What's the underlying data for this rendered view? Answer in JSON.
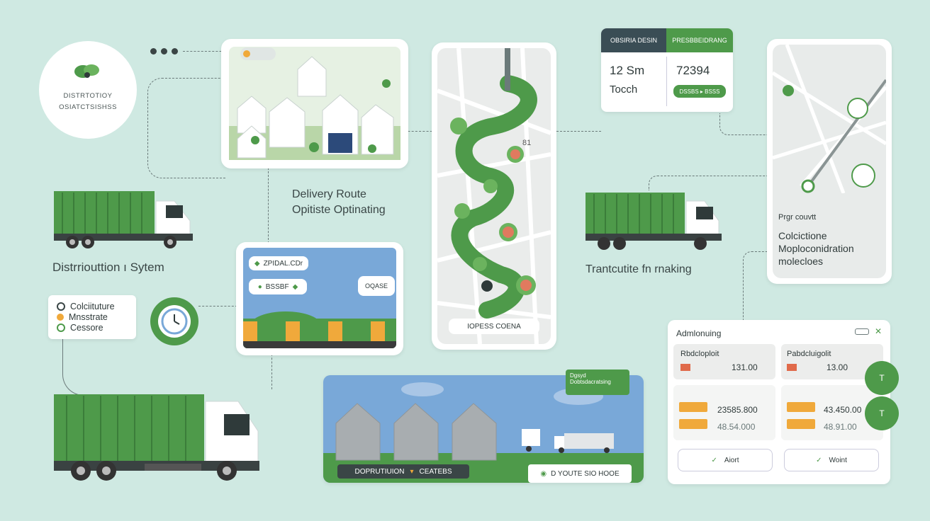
{
  "logo": {
    "line1": "DISTRTOTIOY",
    "line2": "OSIATCTSISHSS"
  },
  "left": {
    "distribution_label": "Distrriouttion ı Sytem",
    "legend": [
      "Colciituture",
      "Mnsstrate",
      "Cessore"
    ]
  },
  "route": {
    "title_line1": "Delivery Route",
    "title_line2": "Opitiste Optinating"
  },
  "warehouse_card": {
    "pill1": "ZPIDAL.CDr",
    "pill2": "BSSBF",
    "pill3": "OQASE"
  },
  "map": {
    "bottom_label": "IOPESS COENA",
    "marker": "81"
  },
  "top_stats": {
    "header_left": "OBSIRIA DESIN",
    "header_right": "PRESBBEIDRANG",
    "value_left": "12 Sm",
    "sub_left": "Tocch",
    "value_right": "72394",
    "button": "DSSBS ▸ BSSS"
  },
  "tracking": {
    "label": "Trantcutite fn rnaking"
  },
  "right_map": {
    "line1": "Prgr couvtt",
    "line2": "Colcictione",
    "line3": "Moploconidration",
    "line4": "molecloes"
  },
  "dist_center": {
    "tag_line1": "Dgsyd",
    "tag_line2": "Dobtsdacratsing",
    "banner": "DOPRUTIUION",
    "banner2": "CEATEBS",
    "route_btn": "D YOUTE SIO HOOE"
  },
  "admin": {
    "title": "Admlonuing",
    "col1_title": "Rbdcloploit",
    "col2_title": "Pabdcluigolit",
    "col1_value": "131.00",
    "col2_value": "13.00",
    "row2_col1_a": "23585.800",
    "row2_col1_b": "48.54.000",
    "row2_col2_a": "43.450.00",
    "row2_col2_b": "48.91.00",
    "action1": "Aiort",
    "action2": "Woint",
    "fab1": "T",
    "fab2": "T"
  },
  "colors": {
    "bg": "#cfe9e2",
    "green": "#4e9a4a",
    "dark_green": "#3b7d3a",
    "accent_blue": "#79a8d8"
  }
}
